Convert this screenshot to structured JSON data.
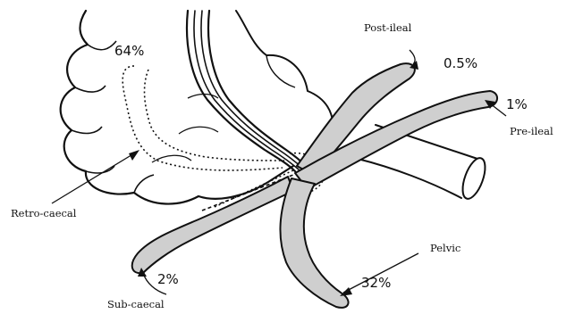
{
  "positions": [
    {
      "id": "retro",
      "label": "Retro-caecal",
      "percent": "64%"
    },
    {
      "id": "post-ileal",
      "label": "Post-ileal",
      "percent": "0.5%"
    },
    {
      "id": "pre-ileal",
      "label": "Pre-ileal",
      "percent": "1%"
    },
    {
      "id": "sub-caecal",
      "label": "Sub-caecal",
      "percent": "2%"
    },
    {
      "id": "pelvic",
      "label": "Pelvic",
      "percent": "32%"
    }
  ],
  "colors": {
    "ink": "#111111",
    "shade": "#c9c9c9",
    "background": "#ffffff"
  }
}
